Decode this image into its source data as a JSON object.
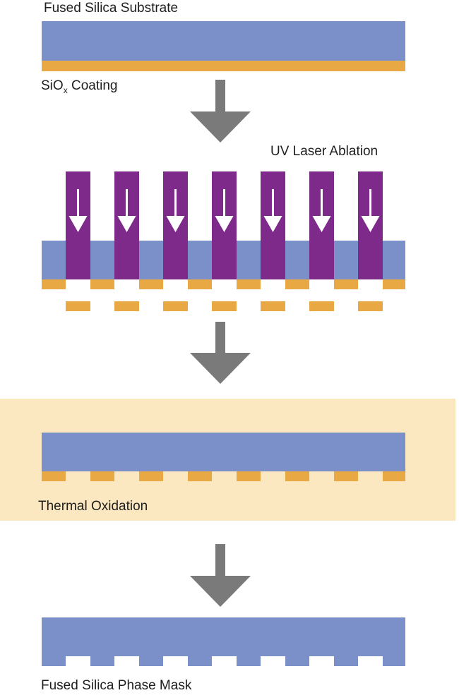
{
  "labels": {
    "substrate": "Fused Silica Substrate",
    "coating_base": "SiO",
    "coating_subscript": "x",
    "coating_suffix": " Coating",
    "laser": "UV Laser Ablation",
    "oxidation": "Thermal Oxidation",
    "result": "Fused Silica Phase Mask"
  },
  "colors": {
    "substrate": "#7b90c8",
    "coating": "#e8a944",
    "laser_beam": "#7e2a8b",
    "laser_arrow": "#ffffff",
    "process_arrow": "#7a7a7a",
    "oxidation_background": "#fbe7c0"
  },
  "structure": {
    "laser_beam_count": 7,
    "stages": [
      "coated substrate",
      "laser ablation",
      "thermal oxidation",
      "phase mask"
    ]
  }
}
